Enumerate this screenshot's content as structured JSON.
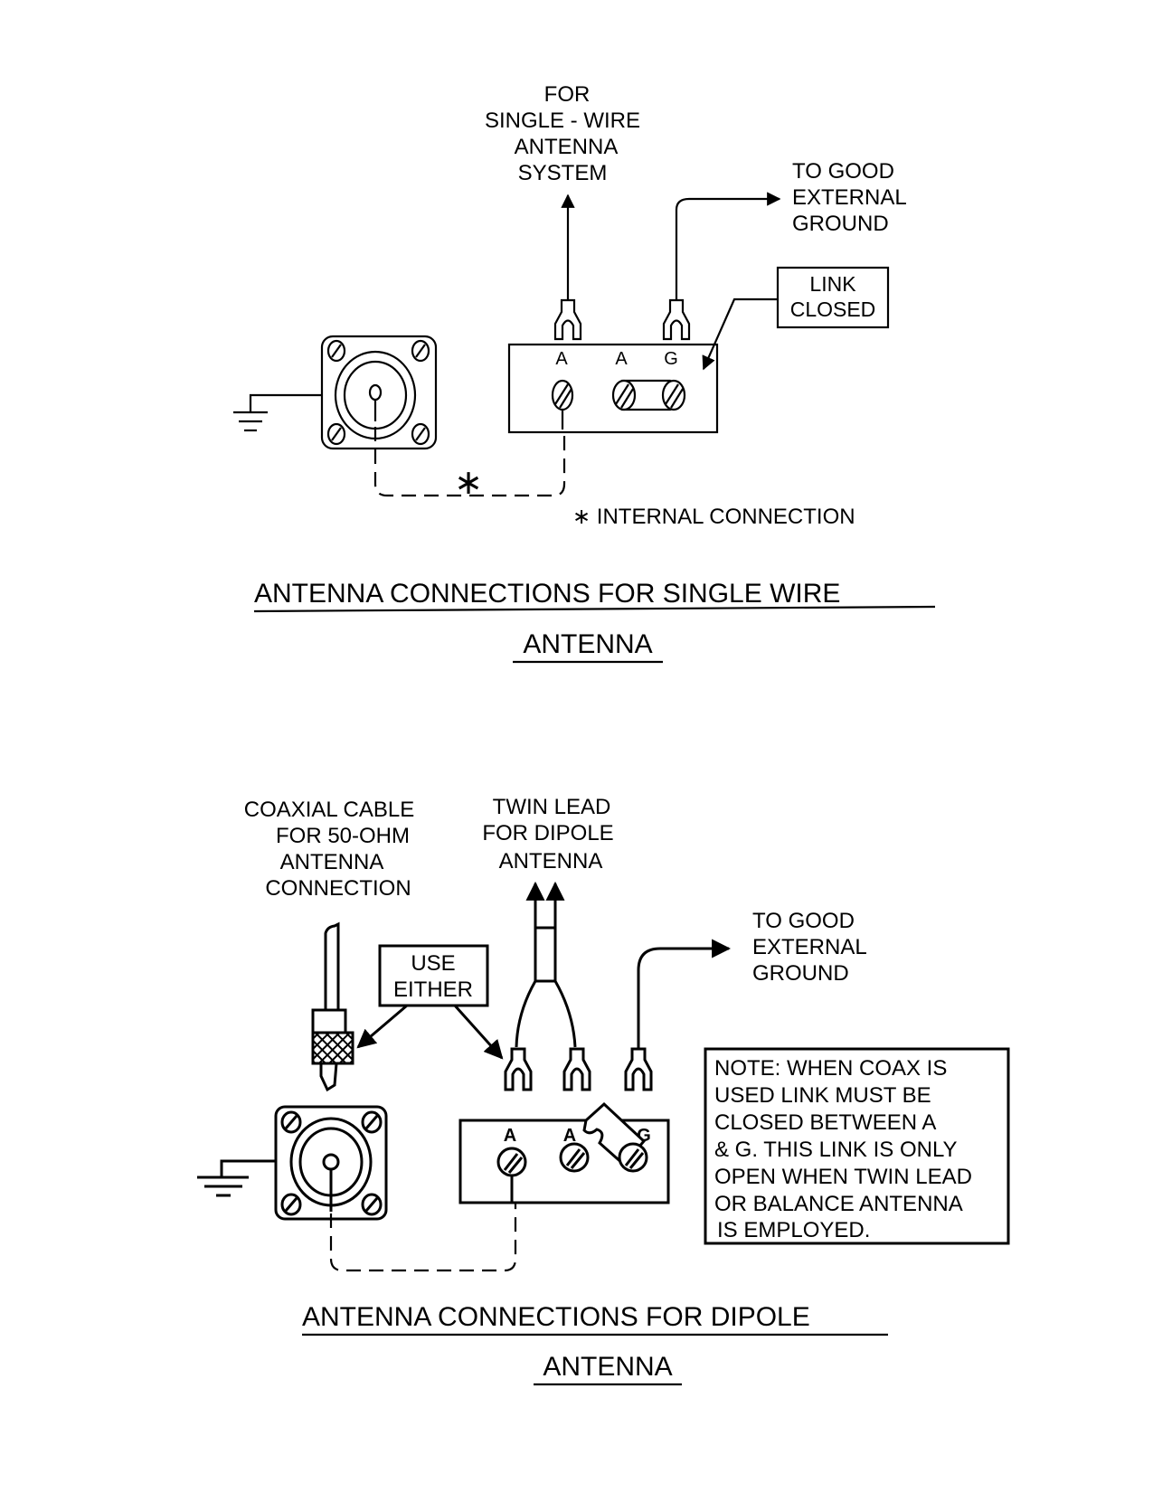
{
  "colors": {
    "ink": "#000000",
    "paper": "#ffffff"
  },
  "top_diagram": {
    "antenna_label": [
      "FOR",
      "SINGLE - WIRE",
      "ANTENNA",
      "SYSTEM"
    ],
    "ground_label": [
      "TO GOOD",
      "EXTERNAL",
      "GROUND"
    ],
    "link_callout": [
      "LINK",
      "CLOSED"
    ],
    "terminal_labels": [
      "A",
      "A",
      "G"
    ],
    "internal_marker": "∗",
    "footnote": "∗ INTERNAL  CONNECTION",
    "title_line1": "ANTENNA  CONNECTIONS  FOR  SINGLE  WIRE",
    "title_line2": "ANTENNA"
  },
  "bottom_diagram": {
    "coax_label": [
      "COAXIAL  CABLE",
      "FOR 50-OHM",
      "ANTENNA",
      "CONNECTION"
    ],
    "twin_lead_label": [
      "TWIN LEAD",
      "FOR DIPOLE",
      "ANTENNA"
    ],
    "use_either_callout": [
      "USE",
      "EITHER"
    ],
    "ground_label": [
      "TO GOOD",
      "EXTERNAL",
      "GROUND"
    ],
    "terminal_labels": [
      "A",
      "A",
      "G"
    ],
    "note_lines": [
      "NOTE: WHEN COAX IS",
      "USED LINK  MUST BE",
      "CLOSED BETWEEN A",
      "& G. THIS LINK IS ONLY",
      "OPEN  WHEN TWIN LEAD",
      "OR BALANCE ANTENNA",
      "IS EMPLOYED."
    ],
    "title_line1": "ANTENNA   CONNECTIONS  FOR  DIPOLE",
    "title_line2": "ANTENNA"
  }
}
